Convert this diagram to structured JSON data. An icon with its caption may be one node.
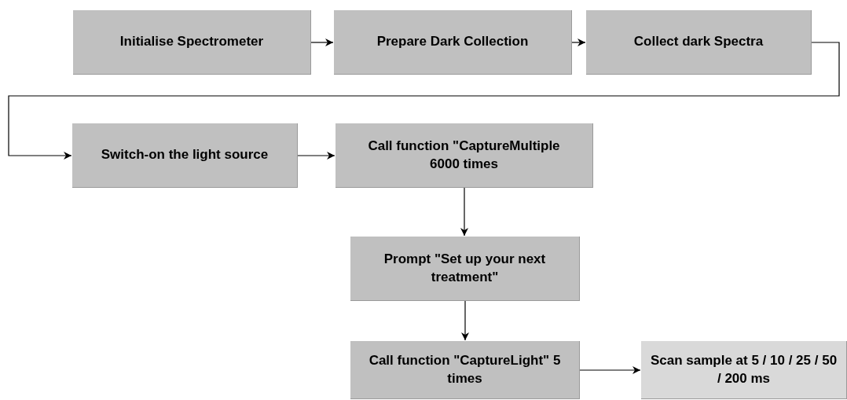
{
  "diagram": {
    "nodes": [
      {
        "text": [
          "Initialise Spectrometer"
        ]
      },
      {
        "text": [
          "Prepare Dark Collection"
        ]
      },
      {
        "text": [
          "Collect dark Spectra"
        ]
      },
      {
        "text": [
          "Switch-on the light source"
        ]
      },
      {
        "text": [
          "Call function \"CaptureMultiple 6000 times"
        ]
      },
      {
        "text": [
          "Prompt \"Set up your next treatment\""
        ]
      },
      {
        "text": [
          "Call function \"CaptureLight\" 5 times"
        ]
      },
      {
        "text": [
          "Scan sample at 5 / 10 / 25 / 50 / 200 ms"
        ]
      }
    ],
    "edges": [
      {
        "from": 0,
        "to": 1,
        "arrow": "to"
      },
      {
        "from": 1,
        "to": 2,
        "arrow": "to"
      },
      {
        "from": 2,
        "to": 3,
        "arrow": "to"
      },
      {
        "from": 3,
        "to": 4,
        "arrow": "to"
      },
      {
        "from": 4,
        "to": 5,
        "arrow": "to"
      },
      {
        "from": 5,
        "to": 6,
        "arrow": "to"
      },
      {
        "from": 6,
        "to": 7,
        "arrow": "to"
      }
    ]
  }
}
